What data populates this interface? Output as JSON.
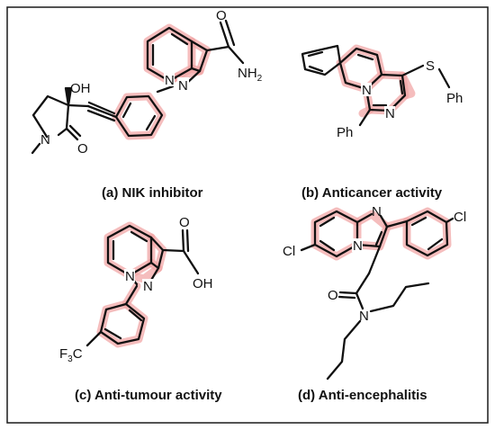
{
  "panels": [
    {
      "caption": "(a) NIK inhibitor",
      "atoms": {
        "oh": "OH",
        "o_amide": "O",
        "nh2": "NH",
        "nh2_sub": "2",
        "n_ring": "N",
        "o_lactam": "O"
      }
    },
    {
      "caption": "(b) Anticancer activity",
      "atoms": {
        "s": "S",
        "ph_s": "Ph",
        "ph": "Ph"
      }
    },
    {
      "caption": "(c) Anti-tumour activity",
      "atoms": {
        "o": "O",
        "oh": "OH",
        "f3c": "F",
        "f3c_sub": "3",
        "f3c_c": "C"
      }
    },
    {
      "caption": "(d) Anti-encephalitis",
      "atoms": {
        "cl_left": "Cl",
        "cl_right": "Cl",
        "o": "O",
        "n": "N"
      }
    }
  ],
  "colors": {
    "highlight": "#f2a7a7",
    "bond": "#111111",
    "frame": "#1a1a1a"
  }
}
